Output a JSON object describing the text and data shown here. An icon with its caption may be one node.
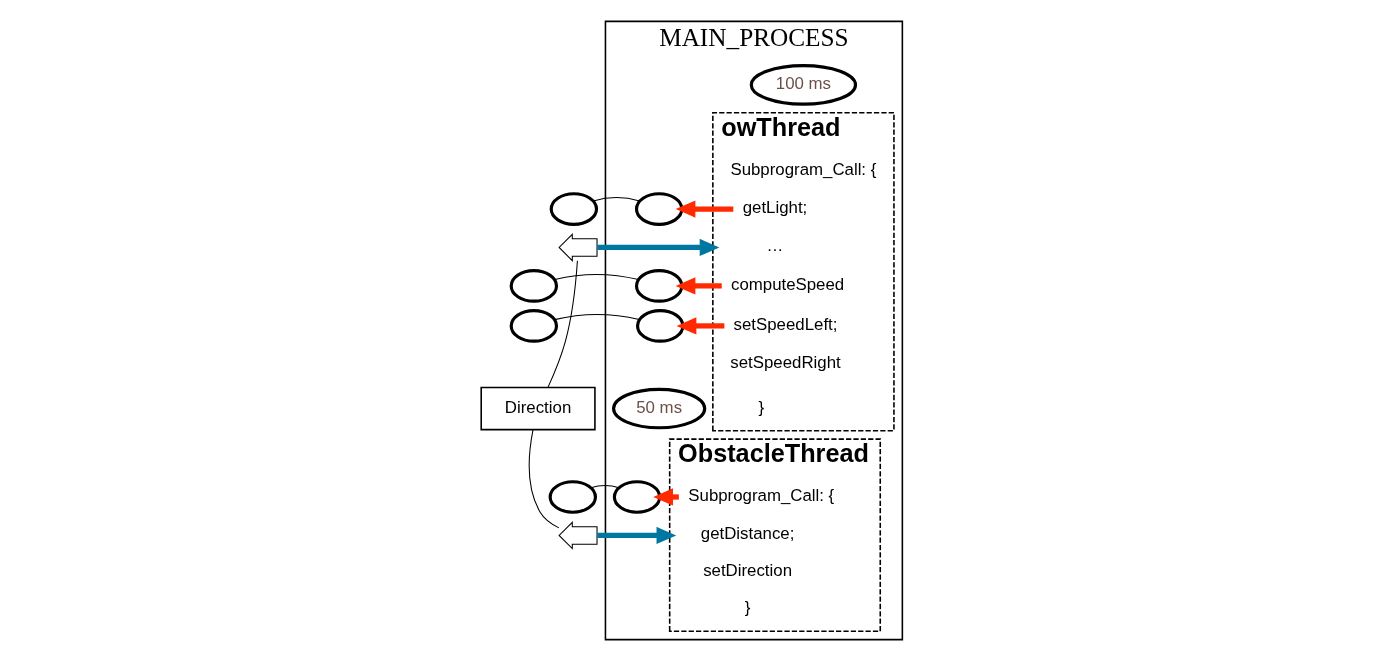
{
  "diagram": {
    "nodes": [
      {
        "text": [
          "MAIN_PROCESS"
        ]
      },
      {
        "text": [
          "100 ms"
        ],
        "in": 0
      },
      {
        "text": [
          "owThread"
        ],
        "in": 0
      },
      {
        "text": [
          "Subprogram_Call: {"
        ],
        "in": 2
      },
      {
        "text": [
          "getLight;"
        ],
        "in": 2
      },
      {
        "text": [
          "…"
        ],
        "in": 2
      },
      {
        "text": [
          "computeSpeed"
        ],
        "in": 2
      },
      {
        "text": [
          "setSpeedLeft;"
        ],
        "in": 2
      },
      {
        "text": [
          "setSpeedRight"
        ],
        "in": 2
      },
      {
        "text": [
          "}"
        ],
        "in": 2
      },
      {
        "text": [],
        "shape": "circle"
      },
      {
        "text": [],
        "shape": "circle",
        "in": 0
      },
      {
        "text": [],
        "shape": "circle"
      },
      {
        "text": [],
        "shape": "circle",
        "in": 0
      },
      {
        "text": [],
        "shape": "circle"
      },
      {
        "text": [],
        "shape": "circle",
        "in": 0
      },
      {
        "text": [],
        "shape": "pentagon"
      },
      {
        "text": [
          "Direction"
        ]
      },
      {
        "text": [
          "50 ms"
        ],
        "in": 0
      },
      {
        "text": [
          "ObstacleThread"
        ],
        "in": 0
      },
      {
        "text": [
          "Subprogram_Call: {"
        ],
        "in": 19
      },
      {
        "text": [
          "getDistance;"
        ],
        "in": 19
      },
      {
        "text": [
          "setDirection"
        ],
        "in": 19
      },
      {
        "text": [
          "}"
        ],
        "in": 19
      },
      {
        "text": [],
        "shape": "circle"
      },
      {
        "text": [],
        "shape": "circle",
        "in": 0
      },
      {
        "text": [],
        "shape": "pentagon"
      }
    ],
    "edges": [
      {
        "from": 10,
        "to": 11,
        "arrow": "none"
      },
      {
        "from": 12,
        "to": 13,
        "arrow": "none"
      },
      {
        "from": 14,
        "to": 15,
        "arrow": "none"
      },
      {
        "from": 24,
        "to": 25,
        "arrow": "none"
      },
      {
        "from": 4,
        "to": 11,
        "arrow": "to",
        "style": "thick",
        "color": "#ff2a00"
      },
      {
        "from": 6,
        "to": 13,
        "arrow": "to",
        "style": "thick",
        "color": "#ff2a00"
      },
      {
        "from": 7,
        "to": 15,
        "arrow": "to",
        "style": "thick",
        "color": "#ff2a00"
      },
      {
        "from": 20,
        "to": 25,
        "arrow": "to",
        "style": "thick",
        "color": "#ff2a00"
      },
      {
        "from": 16,
        "to": 2,
        "arrow": "to",
        "style": "thick",
        "color": "#0077a0"
      },
      {
        "from": 26,
        "to": 19,
        "arrow": "to",
        "style": "thick",
        "color": "#0077a0"
      },
      {
        "from": 17,
        "to": 16,
        "arrow": "none"
      },
      {
        "from": 17,
        "to": 26,
        "arrow": "none"
      }
    ]
  }
}
